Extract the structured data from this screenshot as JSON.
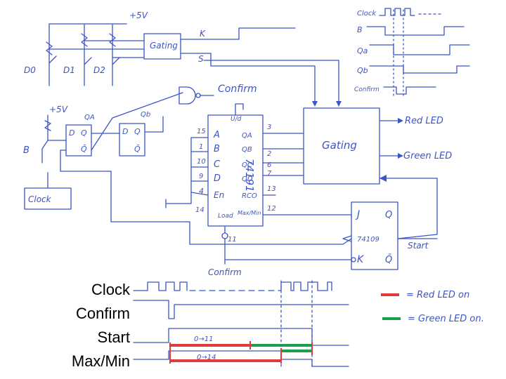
{
  "colors": {
    "ink": "#3b55c8",
    "red": "#e03a3a",
    "green": "#1aa04a",
    "black": "#000000"
  },
  "top": {
    "vcc": "+5V",
    "gating_small": "Gating",
    "k_label": "K",
    "s_label": "S",
    "switches": [
      "D0",
      "D1",
      "D2"
    ]
  },
  "waveform_small": {
    "clock": "Clock",
    "b": "B",
    "qa": "Qa",
    "qb": "Qb",
    "confirm": "Confirm"
  },
  "left": {
    "vcc": "+5V",
    "b_label": "B",
    "clock_box": "Clock",
    "ff1": {
      "d": "D",
      "q": "Q",
      "qbar": "Q̄",
      "out": "QA"
    },
    "ff2": {
      "d": "D",
      "q": "Q",
      "qbar": "Q̄",
      "out": "Qb"
    },
    "confirm_gate": "Confirm"
  },
  "counter": {
    "top_label": "U/d",
    "chip": "74191",
    "pins_left": [
      "A",
      "B",
      "C",
      "D",
      "En"
    ],
    "pin_nums_left": [
      "15",
      "1",
      "10",
      "9",
      "4"
    ],
    "pins_right": [
      "QA",
      "QB",
      "QC",
      "QD",
      "RCO"
    ],
    "pin_nums_right": [
      "3",
      "2",
      "6",
      "7",
      "13"
    ],
    "load_label": "Load",
    "load_num": "11",
    "maxmin_label": "Max/Min",
    "maxmin_num": "12",
    "bottom_num": "11",
    "pin14": "14"
  },
  "gating_big": "Gating",
  "outputs": {
    "red": "Red LED",
    "green": "Green LED"
  },
  "jk": {
    "j": "J",
    "k": "K",
    "q": "Q",
    "qbar": "Q̄",
    "chip": "74109",
    "start": "Start"
  },
  "confirm_bottom": "Confirm",
  "timing": {
    "labels": [
      "Clock",
      "Confirm",
      "Start",
      "Max/Min"
    ],
    "annot1": "0→11",
    "annot2": "0→14"
  },
  "legend": [
    {
      "text": "= Red LED on",
      "color": "#e03a3a"
    },
    {
      "text": "= Green LED on.",
      "color": "#1aa04a"
    }
  ]
}
